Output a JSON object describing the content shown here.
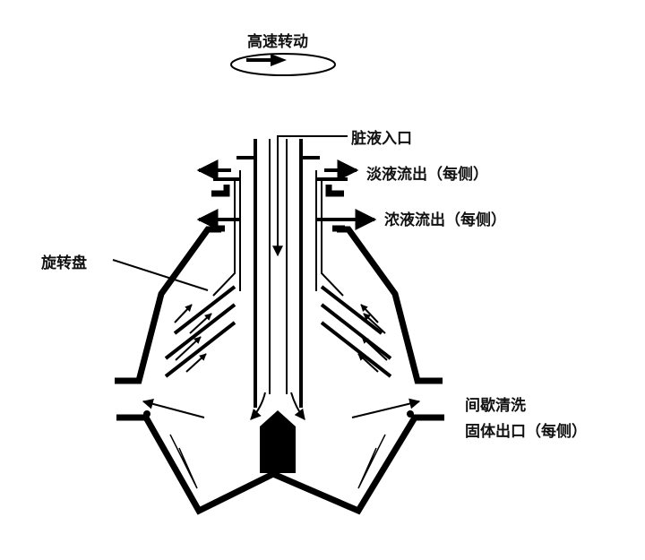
{
  "labels": {
    "high_speed_rotation": "高速转动",
    "dirty_liquid_inlet": "脏液入口",
    "light_liquid_outlet": "淡液流出（每侧）",
    "heavy_liquid_outlet": "浓液流出（每侧）",
    "rotating_disc": "旋转盘",
    "intermittent_cleaning": "间歇清洗",
    "solids_outlet": "固体出口（每侧）"
  },
  "colors": {
    "line": "#000000",
    "background": "#ffffff"
  }
}
